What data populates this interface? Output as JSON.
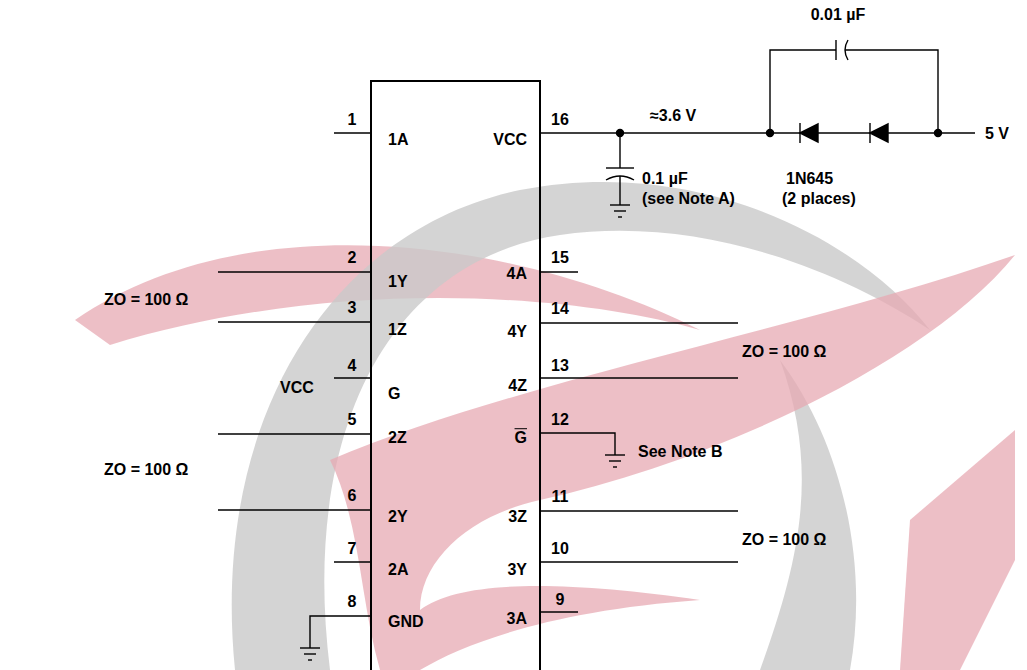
{
  "diagram": {
    "nodes": [
      {
        "text": [
          "1A",
          "VCC",
          "1Y",
          "4A",
          "1Z",
          "4Y",
          "G",
          "4Z",
          "2Z",
          "G",
          "2Y",
          "3Z",
          "2A",
          "3Y",
          "GND",
          "3A"
        ]
      }
    ],
    "labels": [
      "0.01 µF",
      "1",
      "16",
      "≈3.6 V",
      "5 V",
      "0.1 µF",
      "(see Note A)",
      "1N645",
      "(2 places)",
      "2",
      "15",
      "ZO = 100 Ω",
      "3",
      "14",
      "ZO = 100 Ω",
      "VCC",
      "4",
      "13",
      "12",
      "See Note B",
      "5",
      "ZO = 100 Ω",
      "6",
      "11",
      "ZO = 100 Ω",
      "10",
      "7",
      "8",
      "9"
    ]
  }
}
